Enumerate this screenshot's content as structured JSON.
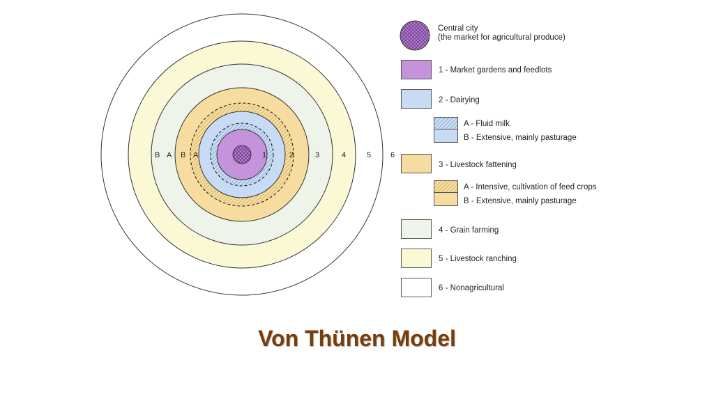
{
  "title": "Von Thünen Model",
  "diagram": {
    "zone_labels": {
      "z1": "1",
      "z2": "2",
      "z3": "3",
      "z4": "4",
      "z5": "5",
      "z6": "6",
      "a2": "A",
      "b2": "B",
      "a3": "A",
      "b3": "B"
    }
  },
  "legend": {
    "central_city_line1": "Central city",
    "central_city_line2": "(the market for agricultural produce)",
    "zone1": "1 - Market gardens and feedlots",
    "zone2": "2 - Dairying",
    "zone2a": "A - Fluid milk",
    "zone2b": "B - Extensive, mainly pasturage",
    "zone3": "3 - Livestock fattening",
    "zone3a": "A - Intensive, cultivation of feed crops",
    "zone3b": "B - Extensive, mainly pasturage",
    "zone4": "4 - Grain farming",
    "zone5": "5 - Livestock ranching",
    "zone6": "6 - Nonagricultural"
  },
  "colors": {
    "zone1": "#c592dc",
    "zone2": "#c7dcf4",
    "zone3": "#f6dc9e",
    "zone4": "#eef4ea",
    "zone5": "#fbf8d6",
    "zone6": "#ffffff",
    "title": "#7a3c08"
  }
}
